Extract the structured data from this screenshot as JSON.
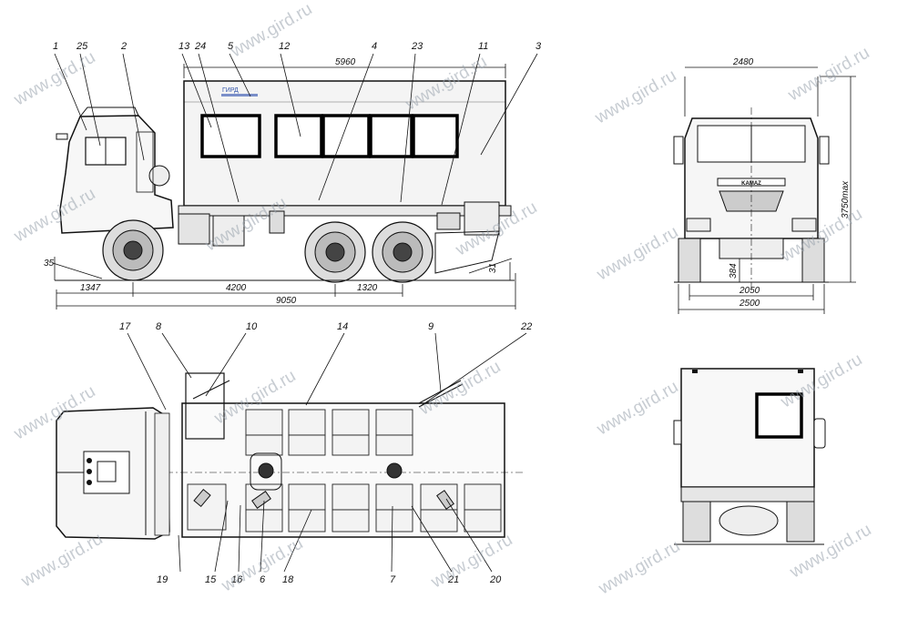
{
  "watermark": "www.gird.ru",
  "side_view": {
    "callouts": [
      "1",
      "25",
      "2",
      "13",
      "24",
      "5",
      "12",
      "4",
      "23",
      "11",
      "3"
    ],
    "dimensions": {
      "body_length": "5960",
      "front_overhang": "1347",
      "wheelbase": "4200",
      "rear_axle_spacing": "1320",
      "overall_length": "9050",
      "approach_angle": "35",
      "departure_angle": "31"
    },
    "body_logo": "ГИРД"
  },
  "front_view": {
    "dimensions": {
      "top_width": "2480",
      "height": "3750max",
      "ground_clearance": "384",
      "track": "2050",
      "overall_width": "2500"
    },
    "grille_brand": "KAMAZ"
  },
  "top_view": {
    "callouts_top": [
      "17",
      "8",
      "10",
      "14",
      "9",
      "22"
    ],
    "callouts_bottom": [
      "19",
      "15",
      "16",
      "6",
      "18",
      "7",
      "21",
      "20"
    ]
  },
  "rear_view": {}
}
